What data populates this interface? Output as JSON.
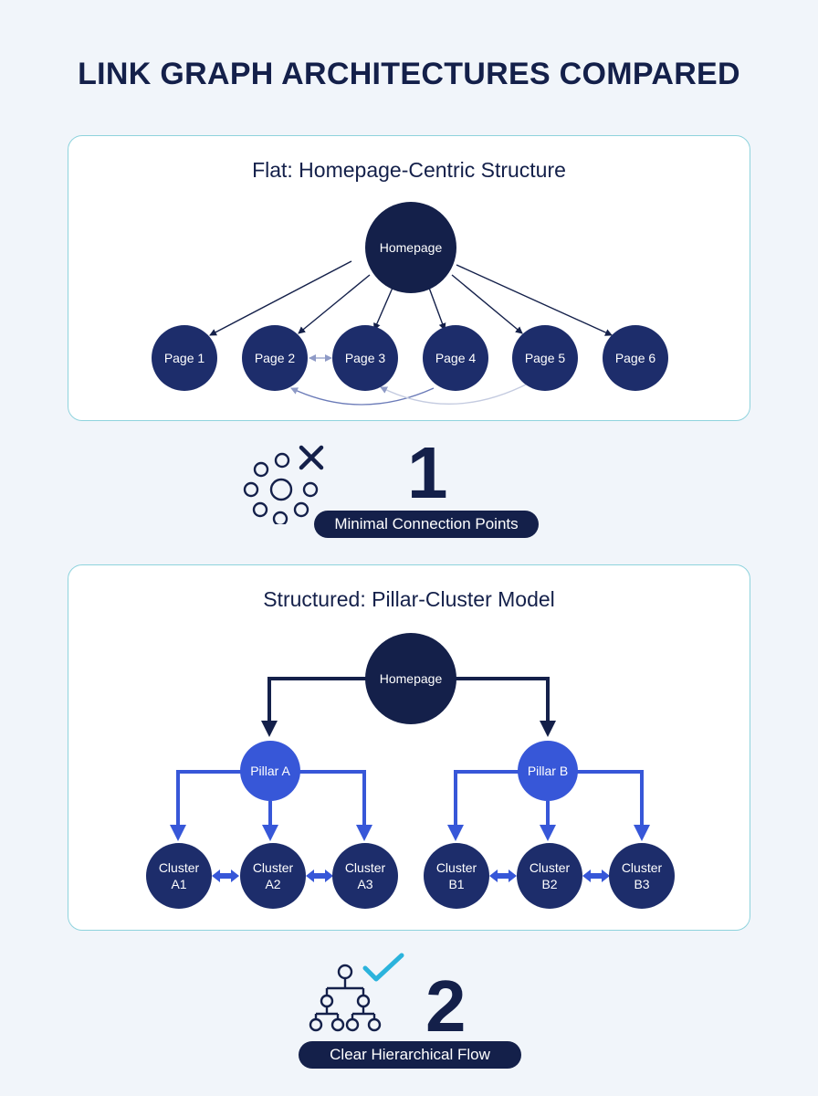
{
  "title": "LINK GRAPH ARCHITECTURES COMPARED",
  "flat": {
    "title": "Flat: Homepage-Centric Structure",
    "root": "Homepage",
    "pages": [
      "Page 1",
      "Page 2",
      "Page 3",
      "Page 4",
      "Page 5",
      "Page 6"
    ]
  },
  "stat1": {
    "number": "1",
    "label": "Minimal Connection Points",
    "icon": "scattered-nodes-x-icon"
  },
  "structured": {
    "title": "Structured: Pillar-Cluster Model",
    "root": "Homepage",
    "pillars": [
      {
        "label": "Pillar A",
        "clusters": [
          [
            "Cluster",
            "A1"
          ],
          [
            "Cluster",
            "A2"
          ],
          [
            "Cluster",
            "A3"
          ]
        ]
      },
      {
        "label": "Pillar B",
        "clusters": [
          [
            "Cluster",
            "B1"
          ],
          [
            "Cluster",
            "B2"
          ],
          [
            "Cluster",
            "B3"
          ]
        ]
      }
    ]
  },
  "stat2": {
    "number": "2",
    "label": "Clear Hierarchical Flow",
    "icon": "hierarchy-check-icon"
  },
  "colors": {
    "dark": "#14204a",
    "node": "#1d2d6b",
    "pillar": "#3757d8",
    "accent": "#2bb3dc",
    "panel_border": "#8fd3dd"
  }
}
